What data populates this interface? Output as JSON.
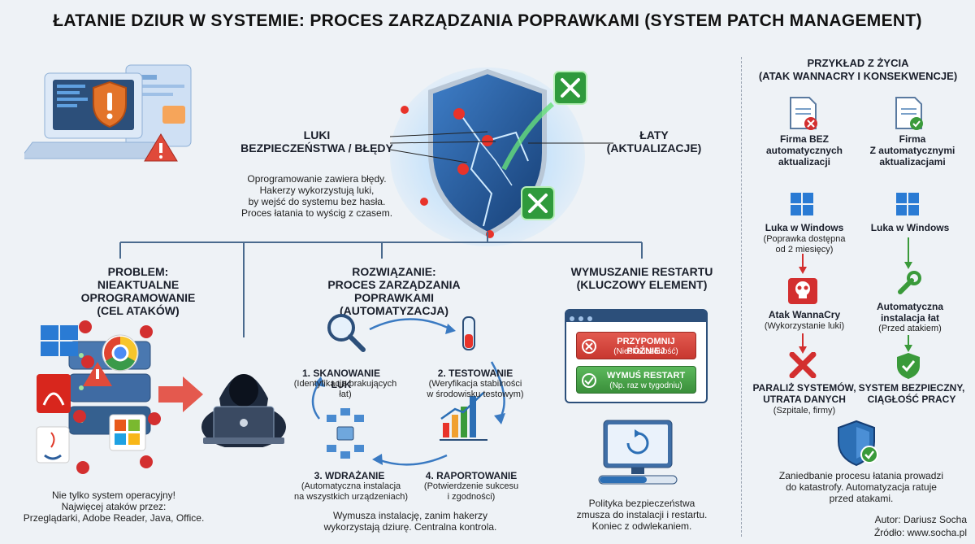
{
  "title": "ŁATANIE DZIUR W SYSTEMIE: PROCES ZARZĄDZANIA POPRAWKAMI (SYSTEM PATCH MANAGEMENT)",
  "hero": {
    "vuln_label": "LUKI\nBEZPIECZEŃSTWA / BŁĘDY",
    "patch_label": "ŁATY\n(AKTUALIZACJE)",
    "description": "Oprogramowanie zawiera błędy.\nHakerzy wykorzystują luki,\nby wejść do systemu bez hasła.\nProces łatania to wyścig z czasem."
  },
  "problem": {
    "header": "PROBLEM:\nNIEAKTUALNE OPROGRAMOWANIE\n(CEL ATAKÓW)",
    "footer": "Nie tylko system operacyjny!\nNajwięcej ataków przez:\nPrzeglądarki, Adobe Reader, Java, Office."
  },
  "solution": {
    "header": "ROZWIĄZANIE:\nPROCES ZARZĄDZANIA POPRAWKAMI\n(AUTOMATYZACJA)",
    "steps": [
      {
        "title": "1. SKANOWANIE LUK",
        "desc": "(Identyfikacja brakujących\nłat)"
      },
      {
        "title": "2. TESTOWANIE",
        "desc": "(Weryfikacja stabilności\nw środowisku testowym)"
      },
      {
        "title": "3. WDRAŻANIE",
        "desc": "(Automatyczna instalacja\nna wszystkich urządzeniach)"
      },
      {
        "title": "4. RAPORTOWANIE",
        "desc": "(Potwierdzenie sukcesu\ni zgodności)"
      }
    ],
    "footer": "Wymusza instalację, zanim hakerzy\nwykorzystają dziurę. Centralna kontrola."
  },
  "restart": {
    "header": "WYMUSZANIE RESTARTU\n(KLUCZOWY ELEMENT)",
    "remind_title": "PRZYPOMNIJ PÓŹNIEJ",
    "remind_sub": "(Nieskończoność)",
    "force_title": "WYMUŚ RESTART",
    "force_sub": "(Np. raz w tygodniu)",
    "footer": "Polityka bezpieczeństwa\nzmusza do instalacji i restartu.\nKoniec z odwlekaniem."
  },
  "example": {
    "header": "PRZYKŁAD Z ŻYCIA\n(ATAK WANNACRY I KONSEKWENCJE)",
    "left": {
      "company": "Firma BEZ\nautomatycznych\naktualizacji",
      "vuln_title": "Luka w Windows",
      "vuln_desc": "(Poprawka dostępna\nod 2 miesięcy)",
      "attack_title": "Atak WannaCry",
      "attack_desc": "(Wykorzystanie luki)",
      "result_title": "PARALIŻ SYSTEMÓW,\nUTRATA DANYCH",
      "result_desc": "(Szpitale, firmy)"
    },
    "right": {
      "company": "Firma\nZ automatycznymi\naktualizacjami",
      "vuln_title": "Luka w Windows",
      "install_title": "Automatyczna\ninstalacja łat",
      "install_desc": "(Przed atakiem)",
      "result_title": "SYSTEM BEZPIECZNY,\nCIĄGŁOŚĆ PRACY"
    },
    "footer": "Zaniedbanie procesu łatania prowadzi\ndo katastrofy. Automatyzacja ratuje\nprzed atakami."
  },
  "credits": {
    "author": "Autor: Dariusz Socha",
    "source": "Źródło: www.socha.pl"
  },
  "colors": {
    "danger": "#d63a2f",
    "safe": "#3a9a3a",
    "primary": "#2c6fb5",
    "dark": "#1a1f2b"
  }
}
